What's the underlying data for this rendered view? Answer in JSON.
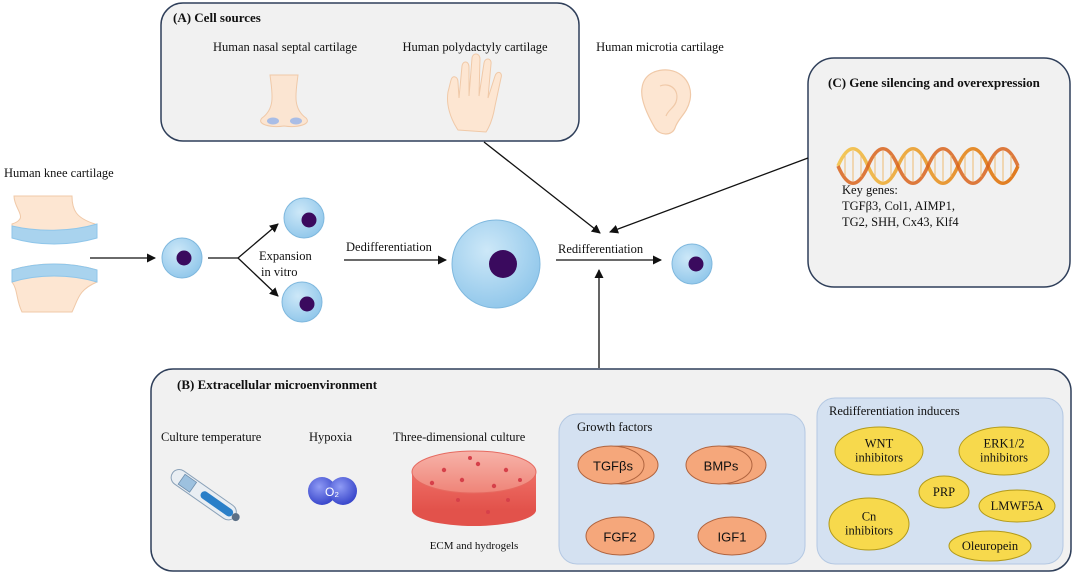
{
  "cell_sources": {
    "title": "(A) Cell sources",
    "items": [
      "Human nasal septal cartilage",
      "Human polydactyly cartilage",
      "Human microtia cartilage"
    ]
  },
  "gene": {
    "title": "(C) Gene silencing and overexpression",
    "key_genes_heading": "Key genes:",
    "key_genes_line1": "TGFβ3, Col1, AIMP1,",
    "key_genes_line2": "TG2, SHH, Cx43, Klf4"
  },
  "process": {
    "source_label": "Human knee cartilage",
    "expansion_line1": "Expansion",
    "expansion_line2": "in vitro",
    "dedifferentiation": "Dedifferentiation",
    "redifferentiation": "Redifferentiation"
  },
  "microenv": {
    "title": "(B) Extracellular microenvironment",
    "culture_temperature": "Culture temperature",
    "hypoxia": "Hypoxia",
    "o2_label": "O₂",
    "three_d": "Three-dimensional culture",
    "ecm": "ECM and hydrogels",
    "growth_factors": {
      "title": "Growth factors",
      "items": [
        "TGFβs",
        "BMPs",
        "FGF2",
        "IGF1"
      ]
    },
    "inducers": {
      "title": "Redifferentiation inducers",
      "wnt1": "WNT",
      "wnt2": "inhibitors",
      "erk1": "ERK1/2",
      "erk2": "inhibitors",
      "prp": "PRP",
      "cn1": "Cn",
      "cn2": "inhibitors",
      "lmw": "LMWF5A",
      "oleu": "Oleuropein"
    }
  },
  "colors": {
    "panel_border": "#2f3f5a",
    "panel_fill": "#f1f1f1",
    "subbox_fill": "#d4e1f1",
    "growth_factor_fill": "#f5a77b",
    "inducer_fill": "#f7d94c",
    "cell_fill": "#a9d3ee",
    "nucleus_fill": "#3a0a5e"
  }
}
